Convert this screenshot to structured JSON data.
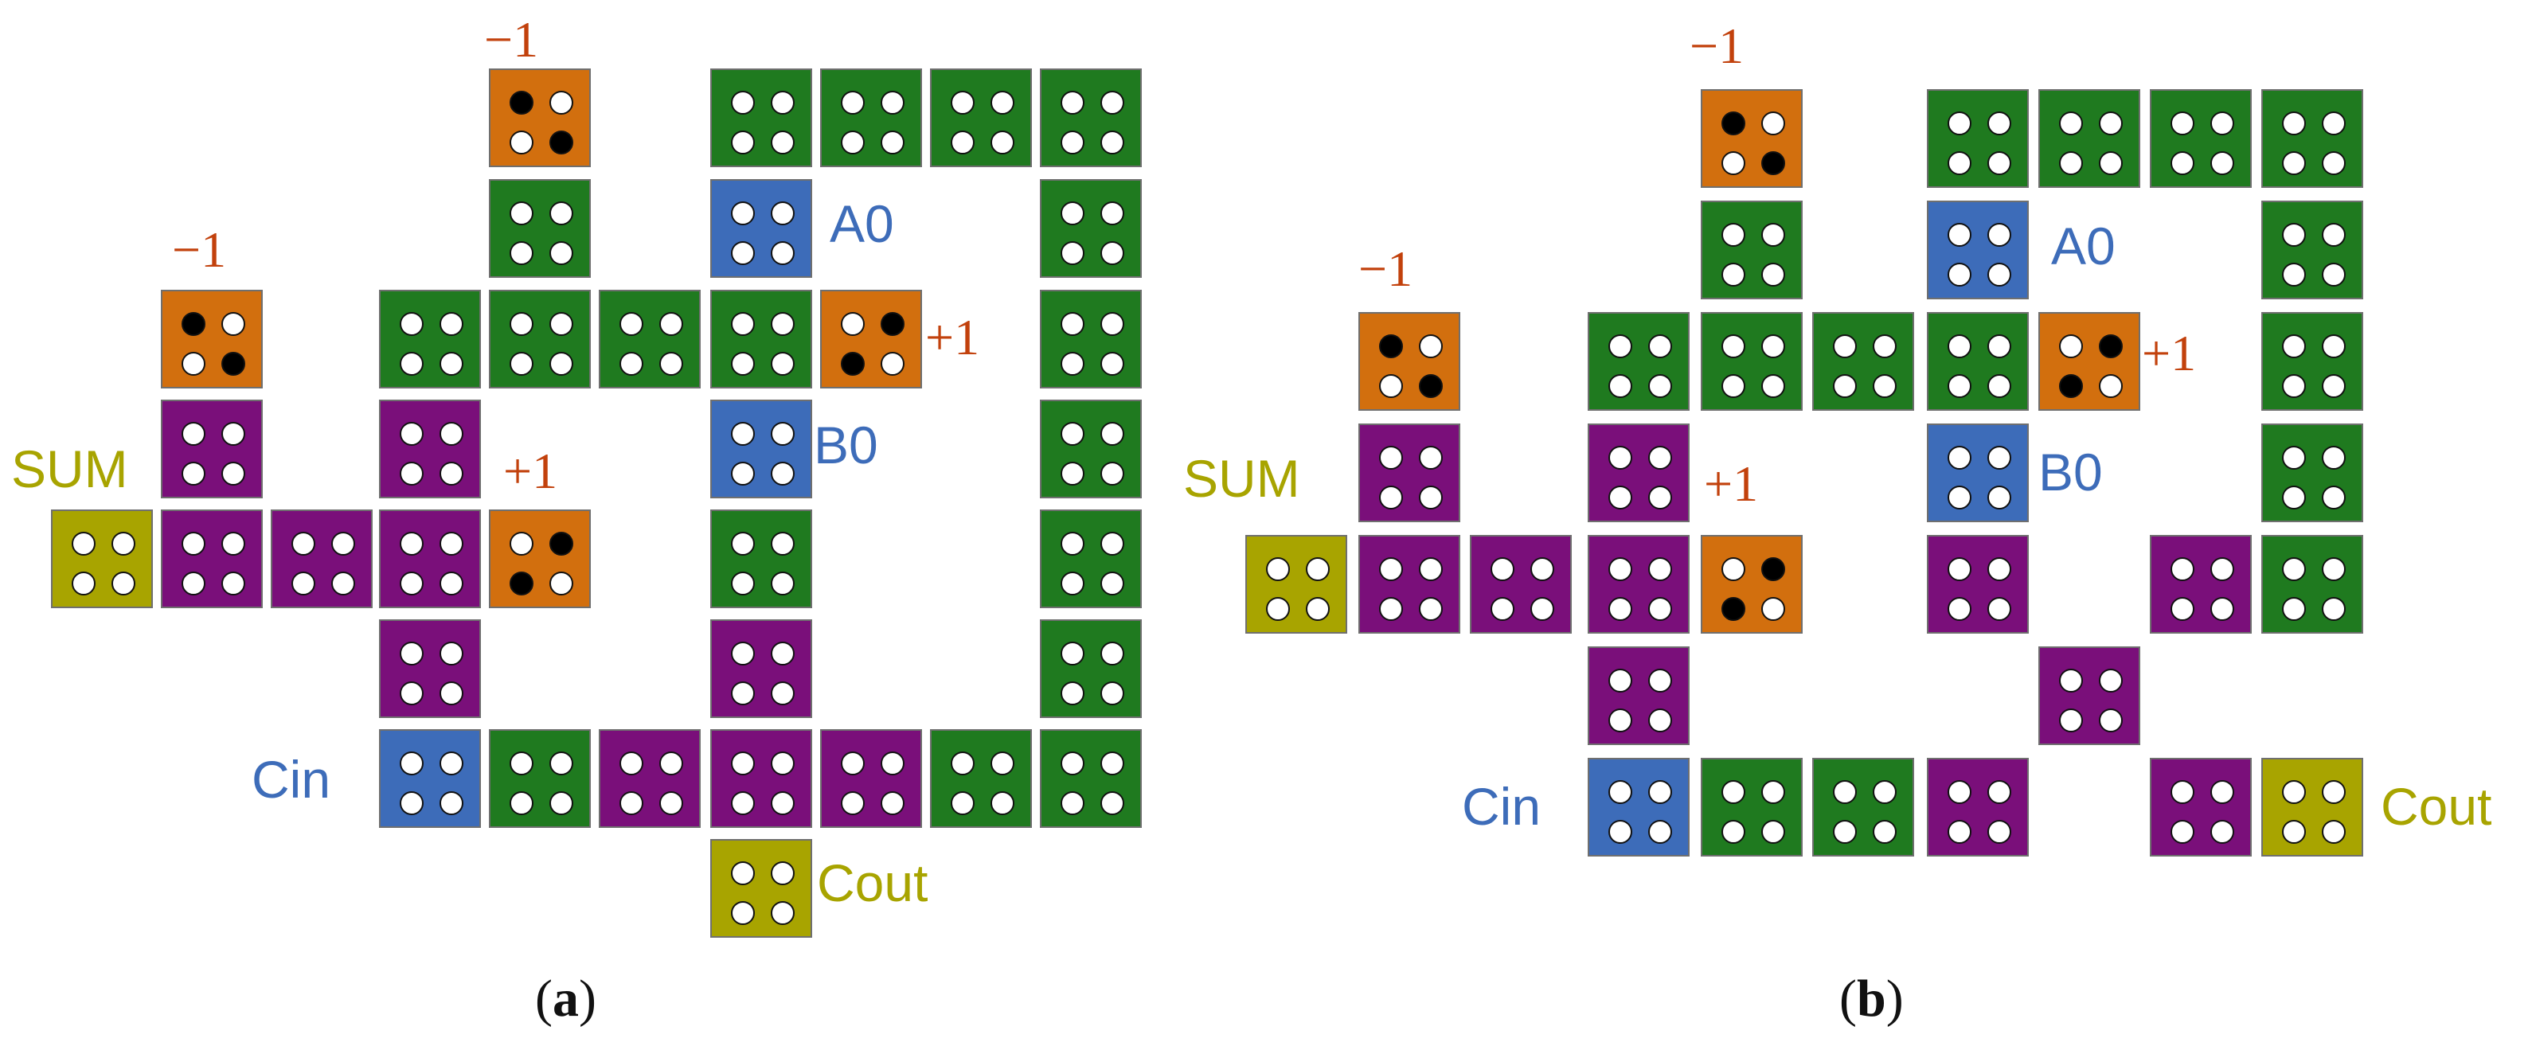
{
  "colors": {
    "green": "#1f7a1f",
    "purple": "#7a0f7a",
    "blue": "#3d6cb9",
    "orange": "#d26f0e",
    "olive": "#a8a400",
    "label_blue": "#3d6cb9",
    "label_olive": "#a8a400",
    "label_red": "#c2410c"
  },
  "panels": [
    {
      "caption_open": "(",
      "caption_letter": "a",
      "caption_close": ")",
      "labels": [
        "−1",
        "−1",
        "+1",
        "+1",
        "A0",
        "B0",
        "SUM",
        "Cin",
        "Cout"
      ]
    },
    {
      "caption_open": "(",
      "caption_letter": "b",
      "caption_close": ")",
      "labels": [
        "−1",
        "−1",
        "+1",
        "+1",
        "A0",
        "B0",
        "SUM",
        "Cin",
        "Cout"
      ]
    }
  ]
}
